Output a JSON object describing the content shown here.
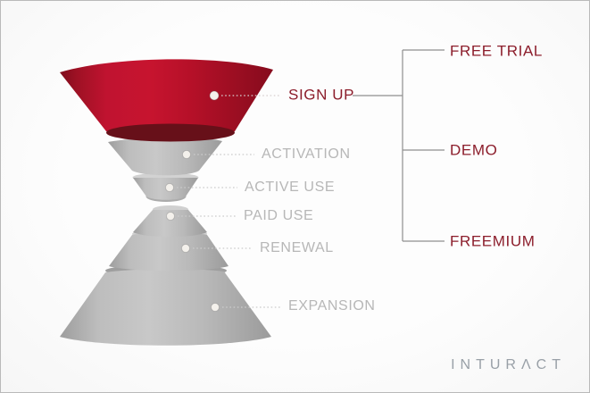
{
  "funnel": {
    "stages": [
      {
        "id": "sign-up",
        "label": "SIGN UP",
        "highlighted": true,
        "color": "#c0122d"
      },
      {
        "id": "activation",
        "label": "ACTIVATION",
        "highlighted": false,
        "color": "#bdbdbd"
      },
      {
        "id": "active-use",
        "label": "ACTIVE USE",
        "highlighted": false,
        "color": "#bdbdbd"
      },
      {
        "id": "paid-use",
        "label": "PAID USE",
        "highlighted": false,
        "color": "#bdbdbd"
      },
      {
        "id": "renewal",
        "label": "RENEWAL",
        "highlighted": false,
        "color": "#bdbdbd"
      },
      {
        "id": "expansion",
        "label": "EXPANSION",
        "highlighted": false,
        "color": "#bdbdbd"
      }
    ]
  },
  "acquisition_models": {
    "connected_stage": "SIGN UP",
    "items": [
      {
        "label": "FREE TRIAL"
      },
      {
        "label": "DEMO"
      },
      {
        "label": "FREEMIUM"
      }
    ]
  },
  "logo": {
    "text": "INTURΛCT"
  },
  "colors": {
    "accent_red": "#c0122d",
    "funnel_opening_dark_red": "#671019",
    "maroon_text": "#8c1d2b",
    "gray_stage_text": "#b7b7b7",
    "bracket_line": "#8f8f8f",
    "leader_dotted": "#cccccc",
    "logo_gray": "#99a0a7",
    "background": "#fcfcfc",
    "border": "#b9b9b9"
  }
}
